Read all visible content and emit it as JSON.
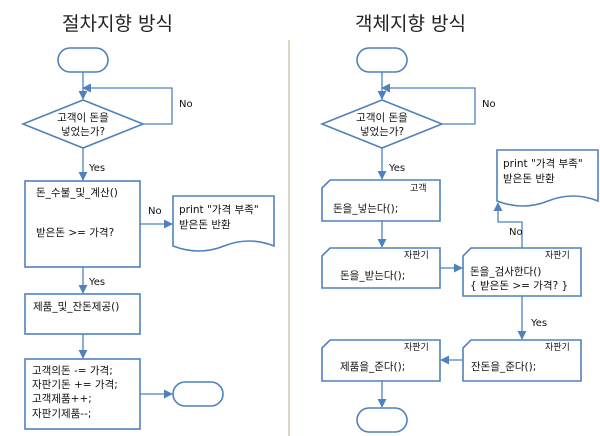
{
  "titles": {
    "left": "절차지향 방식",
    "right": "객체지향 방식"
  },
  "left": {
    "decision": [
      "고객이 돈을",
      "넣었는가?"
    ],
    "no": "No",
    "yes1": "Yes",
    "calc_title": "돈_수불_및_계산()",
    "calc_cond": "받은돈 >= 가격?",
    "no2": "No",
    "print_doc": [
      "print \"가격 부족\"",
      "받은돈 반환"
    ],
    "yes2": "Yes",
    "product": "제품_및_잔돈제공()",
    "ops": [
      "고객의돈 -= 가격;",
      "자판기돈 += 가격;",
      "고객제품++;",
      "자판기제품--;"
    ]
  },
  "right": {
    "decision": [
      "고객이 돈을",
      "넣었는가?"
    ],
    "no": "No",
    "yes1": "Yes",
    "print_doc": [
      "print \"가격 부족\"",
      "받은돈 반환"
    ],
    "customer_tag": "고객",
    "insert_money": "돈을_넣는다();",
    "no2": "No",
    "vm_tag1": "자판기",
    "receive_money": "돈을_받는다();",
    "vm_tag2": "자판기",
    "check_money": [
      "돈을_검사한다()",
      "{ 받은돈 >= 가격? }"
    ],
    "yes2": "Yes",
    "vm_tag3": "자판기",
    "give_product": "제품을_준다();",
    "vm_tag4": "자판기",
    "give_change": "잔돈을_준다();"
  }
}
